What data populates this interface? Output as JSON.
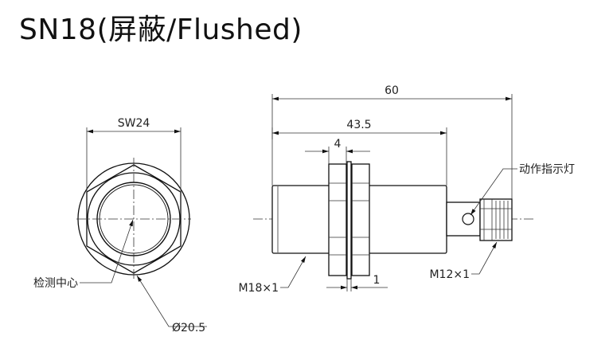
{
  "title": "SN18(屏蔽/Flushed)",
  "labels": {
    "sw": "SW24",
    "detect_center": "检测中心",
    "diameter": "Ø20.5",
    "total_length": "60",
    "body_length": "43.5",
    "nut_width": "4",
    "thread_main": "M18×1",
    "washer": "1",
    "connector": "M12×1",
    "indicator": "动作指示灯"
  }
}
